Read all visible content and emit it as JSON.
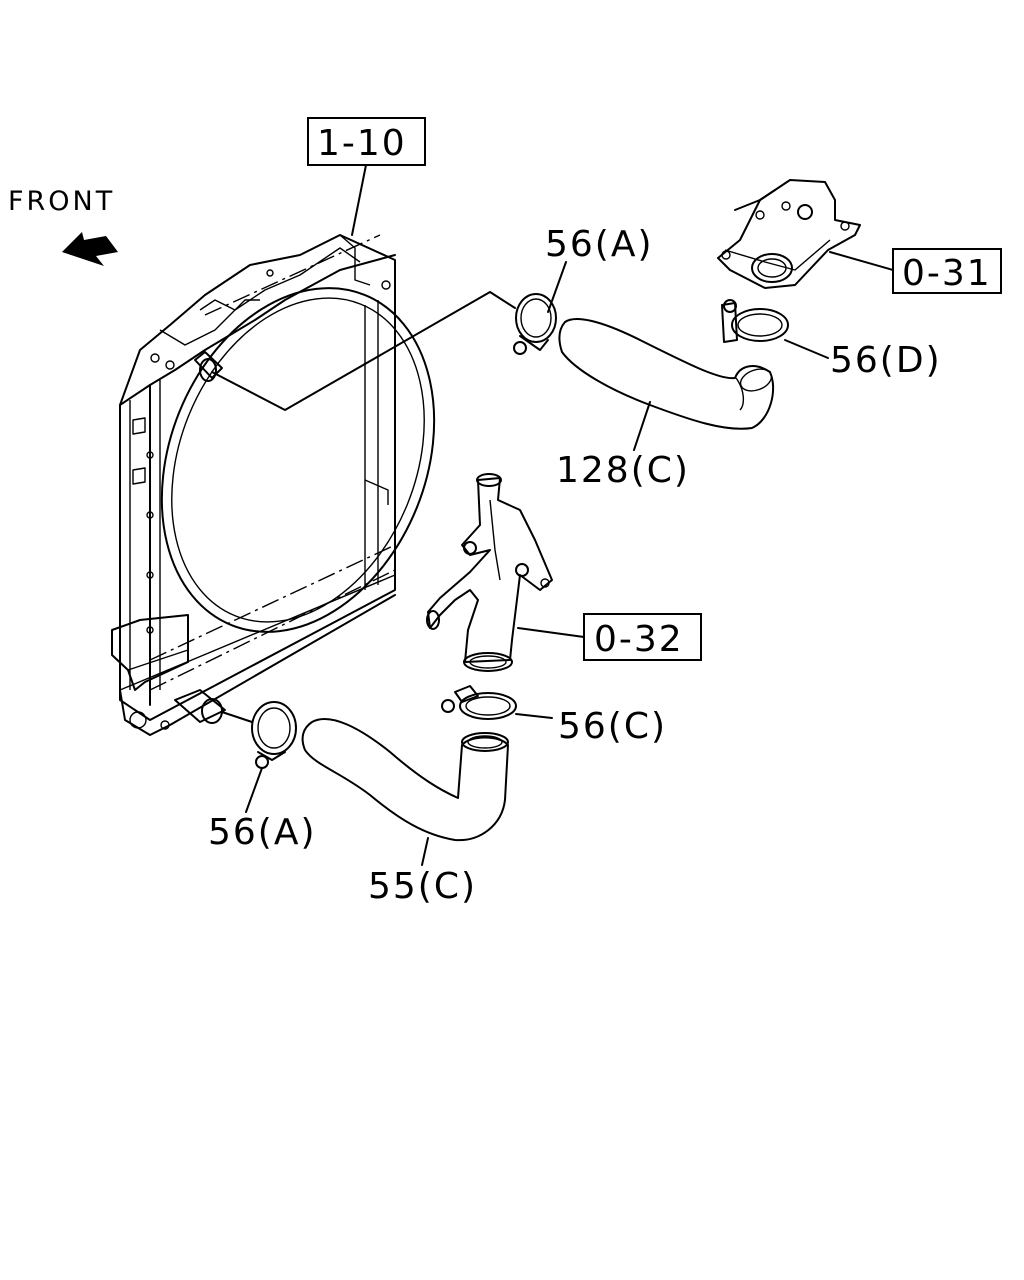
{
  "front_label": "FRONT",
  "ref_boxes": {
    "radiator": "1-10",
    "thermostat_housing": "0-31",
    "water_pump_outlet": "0-32"
  },
  "callouts": {
    "clamp_upper_radiator": "56(A)",
    "clamp_upper_engine": "56(D)",
    "upper_hose": "128(C)",
    "clamp_lower_engine": "56(C)",
    "clamp_lower_radiator": "56(A)",
    "lower_hose": "55(C)"
  }
}
